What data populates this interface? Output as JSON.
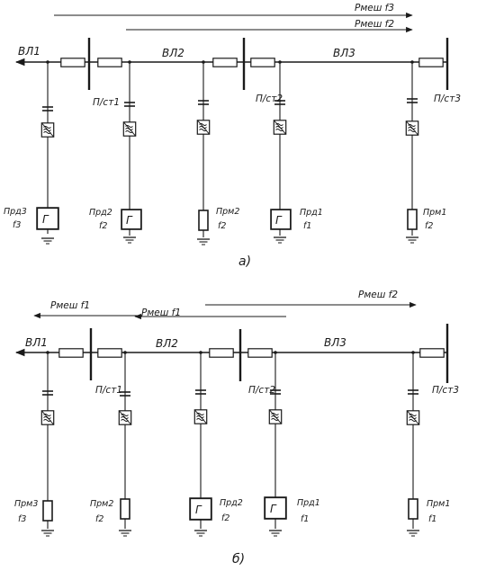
{
  "diagram_a": {
    "caption": "а)",
    "line_labels": {
      "vl1": "ВЛ1",
      "vl2": "ВЛ2",
      "vl3": "ВЛ3"
    },
    "substations": {
      "ps1": "П/ст1",
      "ps2": "П/ст2",
      "ps3": "П/ст3"
    },
    "interference": [
      {
        "label": "Рмеш f3"
      },
      {
        "label": "Рмеш f2"
      }
    ],
    "devices": [
      {
        "name": "Прд3",
        "freq": "f3"
      },
      {
        "name": "Прд2",
        "freq": "f2"
      },
      {
        "name": "Прм2",
        "freq": "f2"
      },
      {
        "name": "Прд1",
        "freq": "f1"
      },
      {
        "name": "Прм1",
        "freq": "f2"
      }
    ]
  },
  "diagram_b": {
    "caption": "б)",
    "line_labels": {
      "vl1": "ВЛ1",
      "vl2": "ВЛ2",
      "vl3": "ВЛ3"
    },
    "substations": {
      "ps1": "П/ст1",
      "ps2": "П/ст2",
      "ps3": "П/ст3"
    },
    "interference": [
      {
        "label": "Рмеш f1"
      },
      {
        "label": "Рмеш f1"
      },
      {
        "label": "Рмеш f2"
      }
    ],
    "devices": [
      {
        "name": "Прм3",
        "freq": "f3"
      },
      {
        "name": "Прм2",
        "freq": "f2"
      },
      {
        "name": "Прд2",
        "freq": "f2"
      },
      {
        "name": "Прд1",
        "freq": "f1"
      },
      {
        "name": "Прм1",
        "freq": "f1"
      }
    ]
  },
  "glyphs": {
    "generator": "Г"
  },
  "icons": {
    "capacitor": "capacitor-icon",
    "filter": "filter-icon",
    "trap": "line-trap-icon",
    "ground": "ground-icon",
    "generator": "generator-icon",
    "receiver": "receiver-icon"
  }
}
